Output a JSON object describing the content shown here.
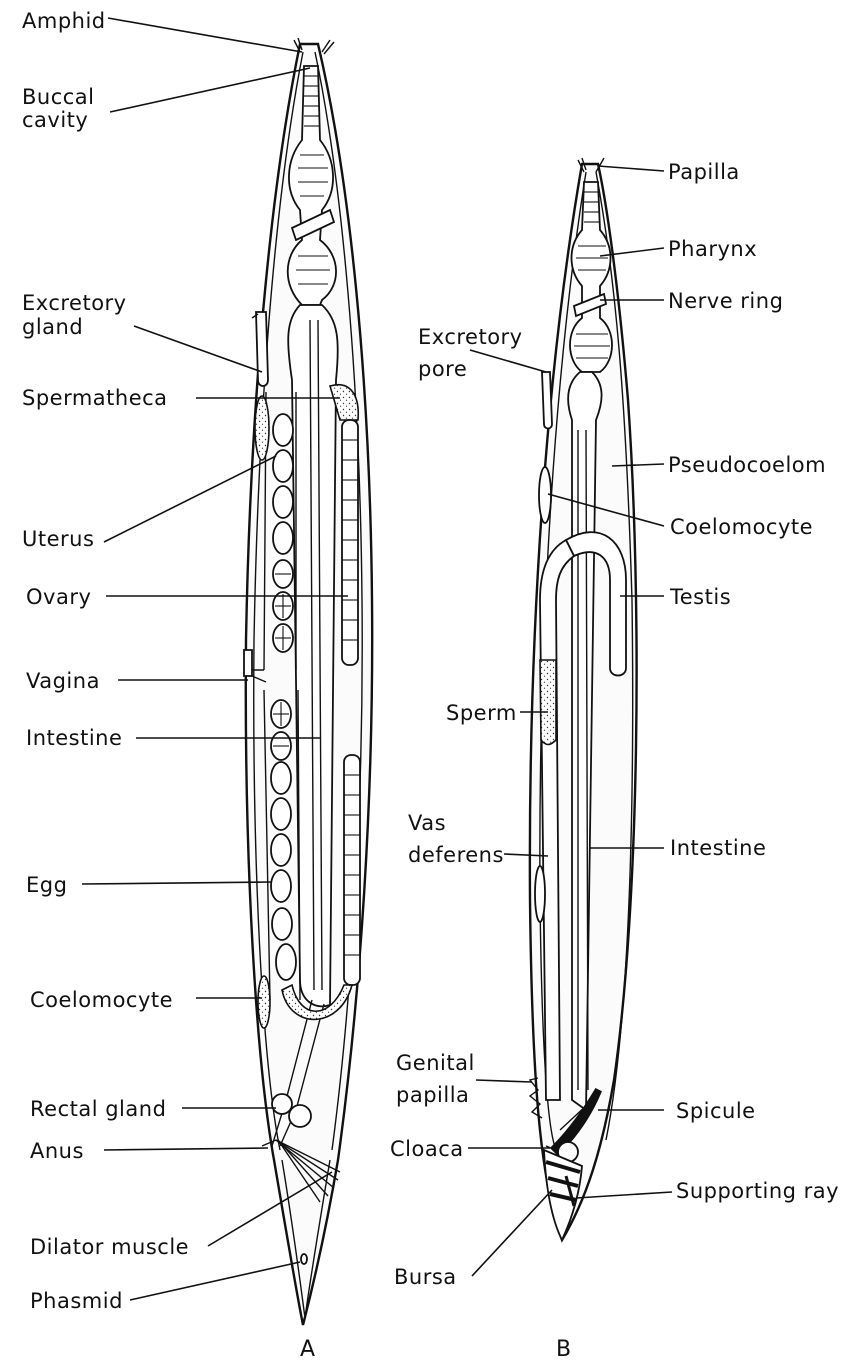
{
  "figure_a": {
    "caption": "A",
    "labels": {
      "amphid": "Amphid",
      "buccal_cavity_1": "Buccal",
      "buccal_cavity_2": "cavity",
      "excretory_gland_1": "Excretory",
      "excretory_gland_2": "gland",
      "spermatheca": "Spermatheca",
      "uterus": "Uterus",
      "ovary": "Ovary",
      "vagina": "Vagina",
      "intestine": "Intestine",
      "egg": "Egg",
      "coelomocyte": "Coelomocyte",
      "rectal_gland": "Rectal gland",
      "anus": "Anus",
      "dilator_muscle": "Dilator muscle",
      "phasmid": "Phasmid"
    }
  },
  "figure_b": {
    "caption": "B",
    "labels": {
      "papilla": "Papilla",
      "pharynx": "Pharynx",
      "nerve_ring": "Nerve ring",
      "excretory_pore_1": "Excretory",
      "excretory_pore_2": "pore",
      "pseudocoelom": "Pseudocoelom",
      "coelomocyte": "Coelomocyte",
      "testis": "Testis",
      "sperm": "Sperm",
      "vas_deferens_1": "Vas",
      "vas_deferens_2": "deferens",
      "intestine": "Intestine",
      "genital_papilla_1": "Genital",
      "genital_papilla_2": "papilla",
      "spicule": "Spicule",
      "cloaca": "Cloaca",
      "supporting_ray": "Supporting ray",
      "bursa": "Bursa"
    }
  }
}
